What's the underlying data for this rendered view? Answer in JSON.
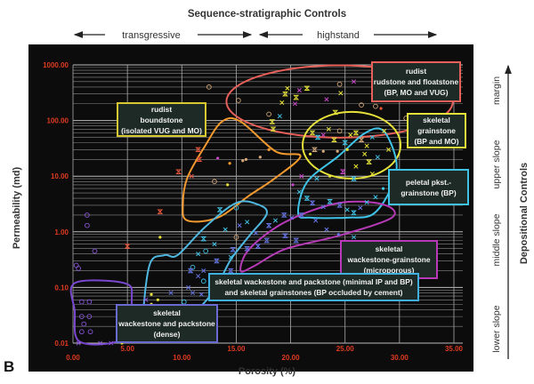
{
  "chart_data": {
    "type": "scatter",
    "title": "Sequence-stratigraphic Controls",
    "xlabel": "Porosity (%)",
    "ylabel": "Permeability (md)",
    "xlim": [
      0,
      35
    ],
    "ylim": [
      0.01,
      1000
    ],
    "yscale": "log",
    "grid": true,
    "x_ticks": [
      "0.00",
      "5.00",
      "10.00",
      "15.00",
      "20.00",
      "25.00",
      "30.00",
      "35.00"
    ],
    "y_ticks": [
      "0.01",
      "0.10",
      "1.00",
      "10.00",
      "100.00",
      "1000.00"
    ],
    "colors": {
      "orange": "#f39a2e",
      "yellow": "#e6e23a",
      "cyan": "#3fc3e6",
      "blue": "#6574e6",
      "magenta": "#c845c8",
      "purple": "#8a55d8",
      "tan": "#d6a878",
      "red": "#e8553a"
    },
    "points": [
      [
        12.5,
        400,
        "tan",
        "o"
      ],
      [
        12.0,
        160,
        "tan",
        "o"
      ],
      [
        15.2,
        230,
        "tan",
        "o"
      ],
      [
        18.0,
        130,
        "tan",
        "o"
      ],
      [
        19.5,
        300,
        "yellow",
        "hg"
      ],
      [
        19.2,
        210,
        "yellow",
        "x"
      ],
      [
        19.7,
        380,
        "yellow",
        "x"
      ],
      [
        20.5,
        260,
        "yellow",
        "hg"
      ],
      [
        20.8,
        350,
        "magenta",
        "x"
      ],
      [
        20.4,
        200,
        "magenta",
        "x"
      ],
      [
        19.0,
        120,
        "cyan",
        "x"
      ],
      [
        21.5,
        380,
        "yellow",
        "hg"
      ],
      [
        23.3,
        240,
        "magenta",
        "x"
      ],
      [
        24.5,
        450,
        "tan",
        "o"
      ],
      [
        24.6,
        310,
        "yellow",
        "x"
      ],
      [
        25.8,
        500,
        "magenta",
        "x"
      ],
      [
        26.5,
        190,
        "tan",
        "o"
      ],
      [
        27.8,
        180,
        "tan",
        "o"
      ],
      [
        28.3,
        165,
        "red",
        "."
      ],
      [
        24.1,
        140,
        "yellow",
        "hg"
      ],
      [
        30.6,
        110,
        "tan",
        "o"
      ],
      [
        18.3,
        95,
        "yellow",
        "hg"
      ],
      [
        18.4,
        70,
        "yellow",
        "hg"
      ],
      [
        22.0,
        60,
        "yellow",
        "hg"
      ],
      [
        22.5,
        50,
        "cyan",
        "hg"
      ],
      [
        23.0,
        55,
        "magenta",
        "x"
      ],
      [
        23.5,
        70,
        "yellow",
        "x"
      ],
      [
        24.0,
        45,
        "yellow",
        "hg"
      ],
      [
        24.5,
        65,
        "tan",
        "o"
      ],
      [
        25.0,
        40,
        "cyan",
        "hg"
      ],
      [
        25.5,
        55,
        "yellow",
        "x"
      ],
      [
        26.0,
        60,
        "yellow",
        "hg"
      ],
      [
        26.5,
        45,
        "tan",
        "hg"
      ],
      [
        27.0,
        35,
        "yellow",
        "x"
      ],
      [
        27.5,
        50,
        "cyan",
        "x"
      ],
      [
        25.2,
        30,
        "yellow",
        "."
      ],
      [
        24.3,
        28,
        "tan",
        "."
      ],
      [
        23.0,
        28,
        "tan",
        "."
      ],
      [
        22.2,
        30,
        "tan",
        "hg"
      ],
      [
        21.8,
        25,
        "yellow",
        "."
      ],
      [
        26.8,
        25,
        "yellow",
        "x"
      ],
      [
        28.0,
        22,
        "cyan",
        "x"
      ],
      [
        27.2,
        18,
        "yellow",
        "hg"
      ],
      [
        26.0,
        15,
        "yellow",
        "x"
      ],
      [
        24.8,
        12,
        "magenta",
        "hg"
      ],
      [
        23.6,
        10,
        "yellow",
        "."
      ],
      [
        22.4,
        9,
        "cyan",
        "x"
      ],
      [
        25.8,
        9,
        "cyan",
        "hg"
      ],
      [
        27.5,
        11,
        "yellow",
        "x"
      ],
      [
        29.0,
        30,
        "yellow",
        "x"
      ],
      [
        28.6,
        65,
        "yellow",
        "x"
      ],
      [
        21.0,
        10,
        "magenta",
        "x"
      ],
      [
        20.2,
        7,
        "magenta",
        "."
      ],
      [
        11.5,
        30,
        "red",
        "hg"
      ],
      [
        11.6,
        20,
        "red",
        "hg"
      ],
      [
        13.3,
        21,
        "magenta",
        "."
      ],
      [
        14.4,
        17,
        "orange",
        "."
      ],
      [
        15.6,
        19,
        "tan",
        "."
      ],
      [
        15.9,
        20,
        "tan",
        "."
      ],
      [
        17.2,
        22,
        "tan",
        "."
      ],
      [
        18.0,
        30,
        "orange",
        "."
      ],
      [
        9.7,
        12,
        "red",
        "hg"
      ],
      [
        10.9,
        10,
        "red",
        "x"
      ],
      [
        13.0,
        8,
        "tan",
        "o"
      ],
      [
        14.2,
        7,
        "yellow",
        "."
      ],
      [
        8.0,
        2.3,
        "red",
        "hg"
      ],
      [
        11.9,
        70,
        "orange",
        "x"
      ],
      [
        20.8,
        5.2,
        "cyan",
        "x"
      ],
      [
        21.5,
        4,
        "cyan",
        "hg"
      ],
      [
        22.0,
        3.3,
        "blue",
        "hg"
      ],
      [
        23.0,
        2.8,
        "blue",
        "x"
      ],
      [
        23.6,
        3.5,
        "cyan",
        "hg"
      ],
      [
        24.5,
        3.0,
        "blue",
        "hg"
      ],
      [
        25.2,
        2.5,
        "cyan",
        "x"
      ],
      [
        25.8,
        2.2,
        "cyan",
        "hg"
      ],
      [
        26.4,
        2.7,
        "blue",
        "x"
      ],
      [
        27.0,
        3.4,
        "cyan",
        "x"
      ],
      [
        27.8,
        4.2,
        "cyan",
        "x"
      ],
      [
        28.5,
        6,
        "cyan",
        "."
      ],
      [
        21.0,
        2.0,
        "blue",
        "hg"
      ],
      [
        20.1,
        1.8,
        "blue",
        "x"
      ],
      [
        19.4,
        2.0,
        "blue",
        "hg"
      ],
      [
        18.0,
        1.3,
        "blue",
        "hg"
      ],
      [
        18.6,
        1.6,
        "cyan",
        "x"
      ],
      [
        22.3,
        1.6,
        "blue",
        "x"
      ],
      [
        23.3,
        1.1,
        "blue",
        "x"
      ],
      [
        24.4,
        0.9,
        "blue",
        "."
      ],
      [
        19.5,
        0.85,
        "blue",
        "hg"
      ],
      [
        20.5,
        0.7,
        "blue",
        "hg"
      ],
      [
        25.8,
        0.8,
        "cyan",
        "x"
      ],
      [
        16.8,
        0.95,
        "blue",
        "x"
      ],
      [
        13.5,
        2.5,
        "cyan",
        "hg"
      ],
      [
        15.3,
        1.3,
        "blue",
        "x"
      ],
      [
        16.0,
        1.5,
        "cyan",
        "x"
      ],
      [
        14.0,
        1.1,
        "cyan",
        "x"
      ],
      [
        15.0,
        2.7,
        "cyan",
        "o"
      ],
      [
        17.8,
        0.7,
        "blue",
        "hg"
      ],
      [
        17.0,
        0.55,
        "blue",
        "hg"
      ],
      [
        16.0,
        0.5,
        "blue",
        "hg"
      ],
      [
        14.7,
        0.48,
        "blue",
        "hg"
      ],
      [
        12.0,
        0.75,
        "cyan",
        "hg"
      ],
      [
        13.0,
        0.6,
        "cyan",
        "x"
      ],
      [
        15.0,
        0.8,
        "tan",
        "o"
      ],
      [
        14.5,
        0.35,
        "cyan",
        "x"
      ],
      [
        12.2,
        0.45,
        "cyan",
        "o"
      ],
      [
        13.2,
        0.3,
        "blue",
        "hg"
      ],
      [
        11.5,
        0.4,
        "cyan",
        "x"
      ],
      [
        11.0,
        0.23,
        "cyan",
        "o"
      ],
      [
        10.8,
        0.2,
        "blue",
        "hg"
      ],
      [
        8.0,
        0.8,
        "yellow",
        "."
      ],
      [
        5.0,
        0.55,
        "red",
        "hg"
      ],
      [
        12.0,
        0.2,
        "blue",
        "x"
      ],
      [
        11.5,
        0.16,
        "blue",
        "x"
      ],
      [
        13.8,
        0.15,
        "blue",
        "x"
      ],
      [
        14.5,
        0.2,
        "blue",
        "hg"
      ],
      [
        12.0,
        0.13,
        "cyan",
        "o"
      ],
      [
        9.0,
        0.08,
        "blue",
        "x"
      ],
      [
        10.6,
        0.1,
        "blue",
        "x"
      ],
      [
        11.0,
        0.08,
        "blue",
        "x"
      ],
      [
        10.2,
        0.055,
        "cyan",
        "o"
      ],
      [
        11.8,
        0.075,
        "blue",
        "x"
      ],
      [
        7.8,
        0.06,
        "yellow",
        "."
      ],
      [
        7.2,
        0.075,
        "yellow",
        "."
      ],
      [
        6.7,
        0.06,
        "purple",
        "x"
      ],
      [
        7.2,
        0.05,
        "yellow",
        "."
      ],
      [
        9.0,
        0.045,
        "blue",
        "x"
      ],
      [
        1.3,
        2.0,
        "purple",
        "o"
      ],
      [
        1.3,
        1.3,
        "purple",
        "o"
      ],
      [
        2.0,
        0.45,
        "purple",
        "o"
      ],
      [
        0.3,
        0.25,
        "purple",
        "o"
      ],
      [
        0.5,
        0.22,
        "purple",
        "o"
      ],
      [
        0.8,
        0.055,
        "purple",
        "o"
      ],
      [
        1.5,
        0.055,
        "purple",
        "o"
      ],
      [
        0.8,
        0.03,
        "purple",
        "o"
      ],
      [
        1.5,
        0.03,
        "purple",
        "o"
      ],
      [
        1.0,
        0.022,
        "purple",
        "o"
      ],
      [
        0.8,
        0.016,
        "purple",
        "o"
      ],
      [
        1.6,
        0.016,
        "purple",
        "o"
      ],
      [
        2.5,
        0.01,
        "purple",
        "x"
      ],
      [
        3.5,
        0.01,
        "purple",
        "x"
      ],
      [
        4.5,
        0.01,
        "yellow",
        "."
      ],
      [
        0.5,
        0.01,
        "purple",
        "x"
      ]
    ],
    "envelopes": [
      {
        "color": "#e8605a",
        "shape": "ellipse",
        "center": [
          24.5,
          220
        ],
        "rx": 10.4,
        "ry_decades": 0.65
      },
      {
        "color": "#e6e23a",
        "shape": "ellipse",
        "center": [
          25.6,
          36
        ],
        "rx": 4.5,
        "ry_decades": 0.6
      },
      {
        "color": "#f39a2e",
        "shape": "polygon",
        "points": [
          [
            13.7,
            96
          ],
          [
            15.4,
            96
          ],
          [
            18.6,
            28
          ],
          [
            20.9,
            23
          ],
          [
            18.6,
            9.3
          ],
          [
            16.2,
            4.5
          ],
          [
            13.3,
            1.8
          ],
          [
            10.5,
            1.6
          ],
          [
            10.1,
            3.1
          ],
          [
            10.5,
            9.3
          ],
          [
            12.1,
            34
          ]
        ]
      },
      {
        "color": "#4fb8e0",
        "shape": "polygon",
        "points": [
          [
            6.4,
            0.0135
          ],
          [
            7.0,
            0.24
          ],
          [
            8.4,
            0.38
          ],
          [
            9.6,
            0.38
          ],
          [
            12.1,
            1.2
          ],
          [
            15.0,
            3.3
          ],
          [
            17.0,
            3.1
          ],
          [
            17.8,
            2.1
          ],
          [
            16.2,
            0.85
          ],
          [
            14.6,
            0.34
          ],
          [
            13.7,
            0.16
          ],
          [
            12.9,
            0.085
          ],
          [
            11.7,
            0.045
          ],
          [
            10.1,
            0.026
          ],
          [
            7.6,
            0.0135
          ]
        ]
      },
      {
        "color": "#3fc3e6",
        "shape": "polygon",
        "points": [
          [
            20.7,
            2.1
          ],
          [
            21.5,
            7.8
          ],
          [
            24.4,
            23
          ],
          [
            26.8,
            59
          ],
          [
            28.5,
            66
          ],
          [
            29.7,
            19
          ],
          [
            29.3,
            6.5
          ],
          [
            27.6,
            2.1
          ],
          [
            25.2,
            1.8
          ],
          [
            21.9,
            1.8
          ]
        ]
      },
      {
        "color": "#b83ab8",
        "shape": "polygon",
        "points": [
          [
            15.4,
            0.2
          ],
          [
            16.2,
            0.49
          ],
          [
            19.5,
            1.5
          ],
          [
            24.4,
            3.3
          ],
          [
            28.5,
            3.1
          ],
          [
            29.3,
            1.8
          ],
          [
            24.4,
            0.85
          ],
          [
            19.5,
            0.49
          ],
          [
            16.6,
            0.24
          ]
        ]
      },
      {
        "color": "#7a48d0",
        "shape": "polygon",
        "points": [
          [
            0.16,
            0.12
          ],
          [
            4.7,
            0.12
          ],
          [
            5.4,
            0.065
          ],
          [
            4.7,
            0.0125
          ],
          [
            0.65,
            0.0105
          ],
          [
            0.16,
            0.038
          ]
        ]
      }
    ]
  },
  "header": {
    "title": "Sequence-stratigraphic Controls",
    "left_phase": "transgressive",
    "right_phase": "highstand"
  },
  "panel_label": "B",
  "side": {
    "title": "Depositional Controls",
    "zones": [
      "margin",
      "upper slope",
      "middle slope",
      "lower slope"
    ]
  },
  "annotations": {
    "rudstone": [
      "rudist",
      "rudstone and floatstone",
      "(BP, MO and VUG)"
    ],
    "boundstone": [
      "rudist",
      "boundstone",
      "(isolated VUG and MO)"
    ],
    "grainstone": [
      "skeletal",
      "grainstone",
      "(BP and MO)"
    ],
    "peloidal": [
      "peletal pkst.-",
      "grainstone (BP)"
    ],
    "microporous": [
      "skeletal",
      "wackestone-grainstone",
      "(microporous)"
    ],
    "minimal": [
      "skeletal wackestone and packstone (minimal IP and BP)",
      "and skeletal grainstones (BP occluded by cement)"
    ],
    "dense": [
      "skeletal",
      "wackestone and packstone",
      "(dense)"
    ]
  }
}
